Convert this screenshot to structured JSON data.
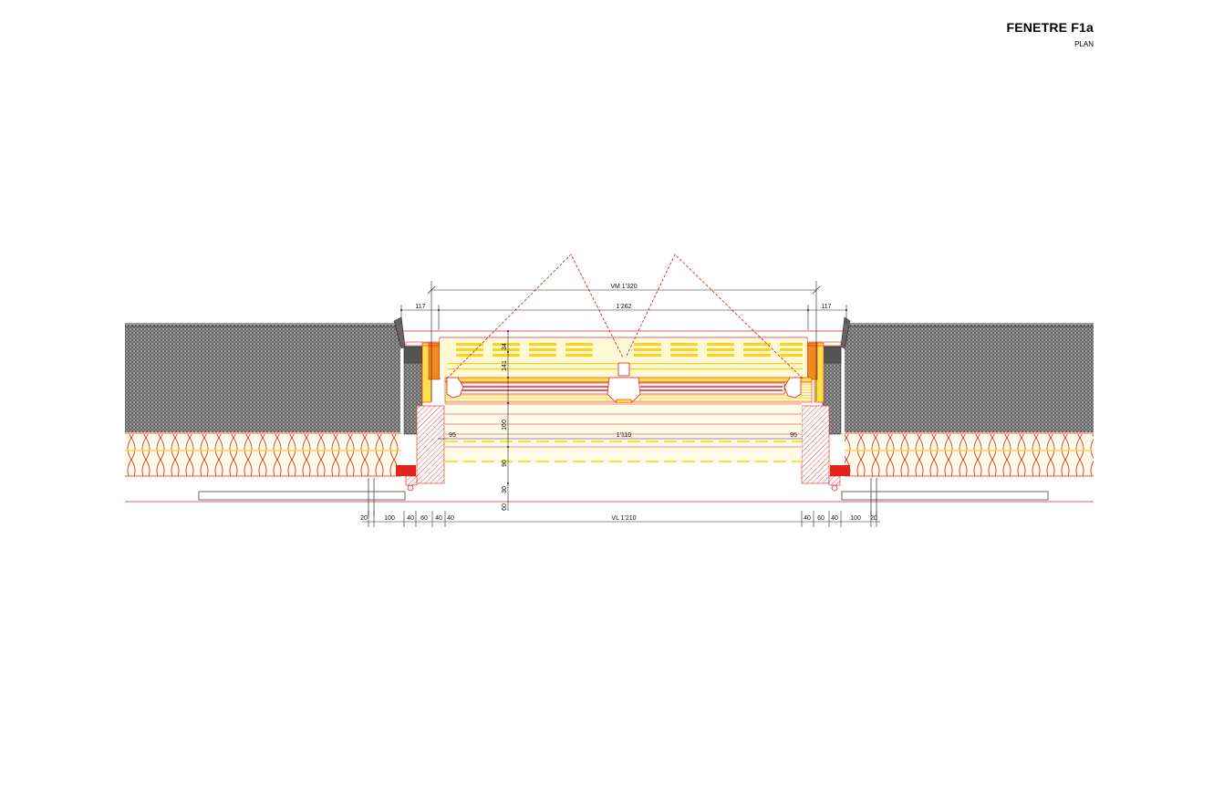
{
  "header": {
    "title": "FENETRE F1a",
    "subtitle": "PLAN"
  },
  "dimensions": {
    "vm": "VM 1'320",
    "overall": "1'262",
    "reveal_left": "117",
    "reveal_right": "117",
    "inner": "1'110",
    "frame_left": "95",
    "frame_right": "95",
    "vl": "VL 1'210",
    "v34": "34",
    "v141": "141",
    "v160": "160",
    "v90": "90",
    "v30": "30",
    "v60": "60",
    "bottom_left": [
      "20",
      "100",
      "40",
      "60",
      "40",
      "40"
    ],
    "bottom_right": [
      "40",
      "60",
      "40",
      "100",
      "20"
    ]
  },
  "colors": {
    "accent_red": "#e0241b",
    "insulation_yellow": "#ffe04a",
    "masonry": "#555555",
    "sash_orange": "#f08a1c"
  }
}
